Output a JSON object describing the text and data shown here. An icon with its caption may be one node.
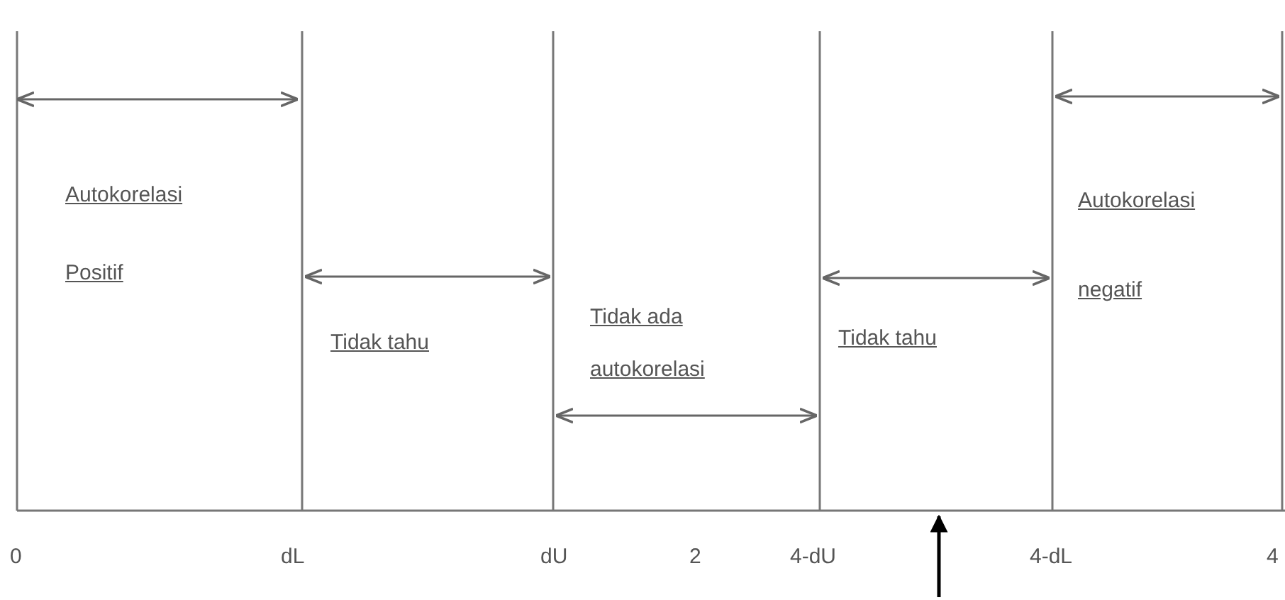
{
  "diagram": {
    "labels": [
      "Autokorelasi Positif",
      "Tidak tahu",
      "Tidak ada autokorelasi",
      "Tidak tahu",
      "Autokorelasi negatif",
      "0",
      "dL",
      "dU",
      "2",
      "4-dU",
      "4-dL",
      "4"
    ]
  }
}
